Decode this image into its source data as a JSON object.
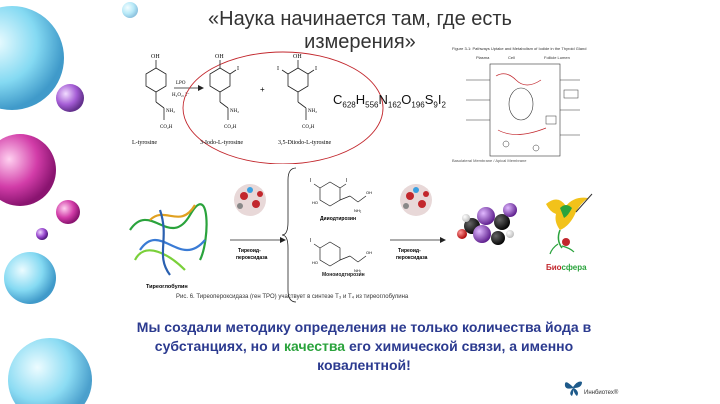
{
  "slide": {
    "title": "«Наука начинается там, где есть измерения»",
    "summary_part1": "Мы создали методику определения не только количества йода в субстанциях, но и ",
    "summary_accent": "качества",
    "summary_part2": " его химической связи, а именно ковалентной!",
    "accent_color": "#2aa33c",
    "text_color": "#2b3a8f"
  },
  "chemistry_top": {
    "reagent_line1": "LPO",
    "reagent_line2": "H₂O₂, I⁻",
    "compound_1": "L-tyrosine",
    "compound_2": "3-Iodo-L-tyrosine",
    "compound_3": "3,5-Diiodo-L-tyrosine",
    "plus": "+",
    "formula": {
      "c": "C",
      "c_n": "628",
      "h": "H",
      "h_n": "556",
      "n": "N",
      "n_n": "162",
      "o": "O",
      "o_n": "196",
      "s": "S",
      "s_n": "9",
      "i": "I",
      "i_n": "2"
    }
  },
  "pathway_figure": {
    "title": "Figure 3-1: Pathways Uptake and Metabolism of Iodide in the Thyroid Gland",
    "col_plasma": "Plasma",
    "col_cell": "Cell",
    "col_lumen": "Follicle Lumen",
    "caption": "Basolateral Membrane / Apical Membrane"
  },
  "middle_figure": {
    "label_thyroglobulin": "Тиреоглобулин",
    "enzyme_left_1": "Тиреоид-",
    "enzyme_left_2": "пероксидаза",
    "enzyme_right_1": "Тиреоид-",
    "enzyme_right_2": "пероксидаза",
    "label_diiodotyrosine": "Дииодтирозин",
    "label_monoiodotyrosine": "Моноиодтирозин",
    "caption": "Рис. 6. Тиреопероксидаза (ген TPO) участвует в синтезе T₃ и T₄ из тиреоглобулина"
  },
  "brand": {
    "part1": "Био",
    "part2": "сфера",
    "logo_text": "Иннбиотех®"
  }
}
